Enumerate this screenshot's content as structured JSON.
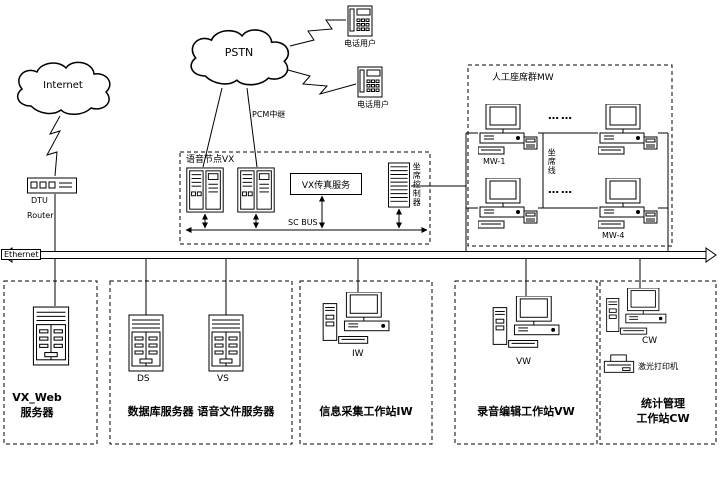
{
  "clouds": {
    "internet": "Internet",
    "pstn": "PSTN"
  },
  "phones": {
    "top": "电话用户",
    "bottom": "电话用户"
  },
  "labels": {
    "pcm": "PCM中继",
    "dtu": "DTU",
    "router": "Router",
    "ethernet": "Ethernet",
    "sc_bus": "SC BUS"
  },
  "voice_node": {
    "title": "语音节点VX",
    "fax": "VX传真服务",
    "controller": "坐席控制器"
  },
  "seat_group": {
    "title": "人工座席群MW",
    "mw_first": "MW-1",
    "mw_last": "MW-4",
    "dots_top": "……",
    "dots_bottom": "……",
    "seat_line": "坐席线"
  },
  "stations": {
    "web": {
      "line1": "VX_Web",
      "line2": "服务器"
    },
    "db": {
      "label": "数据库服务器 语音文件服务器",
      "ds": "DS",
      "vs": "VS"
    },
    "iw": {
      "label": "信息采集工作站IW",
      "tag": "IW"
    },
    "vw": {
      "label": "录音编辑工作站VW",
      "tag": "VW"
    },
    "cw": {
      "line1": "统计管理",
      "line2": "工作站CW",
      "tag": "CW",
      "printer": "激光打印机"
    }
  }
}
